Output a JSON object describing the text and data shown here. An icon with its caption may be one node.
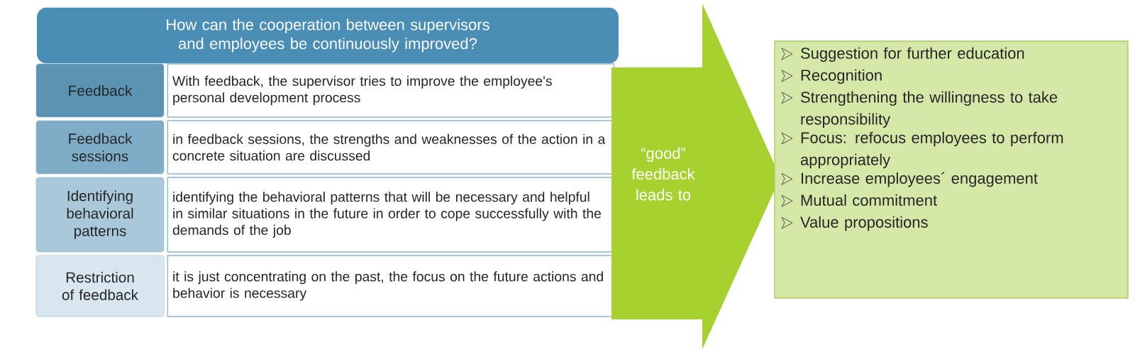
{
  "diagram": {
    "nodes": [
      {
        "text": [
          "How can the cooperation between supervisors and employees be continuously improved?"
        ]
      },
      {
        "text": [
          "Feedback"
        ]
      },
      {
        "text": [
          "With feedback, the supervisor tries to improve the employee's personal development process"
        ]
      },
      {
        "text": [
          "Feedback sessions"
        ]
      },
      {
        "text": [
          "in feedback sessions, the strengths and weaknesses of the action in a concrete situation are discussed"
        ]
      },
      {
        "text": [
          "Identifying behavioral patterns"
        ]
      },
      {
        "text": [
          "identifying the behavioral patterns that will be necessary and helpful in similar situations in the future in order to cope successfully with the demands of the job"
        ]
      },
      {
        "text": [
          "Restriction of feedback"
        ]
      },
      {
        "text": [
          "it is just concentrating on the past, the focus on the future actions and behavior is necessary"
        ]
      },
      {
        "text": [
          "“good” feedback leads to"
        ]
      },
      {
        "text": [
          "Suggestion for further education",
          "Recognition",
          "Strengthening the willingness to take responsibility",
          "Focus: refocus employees to perform appropriately",
          "Increase employees´ engagement",
          "Mutual commitment",
          "Value propositions"
        ]
      }
    ]
  }
}
